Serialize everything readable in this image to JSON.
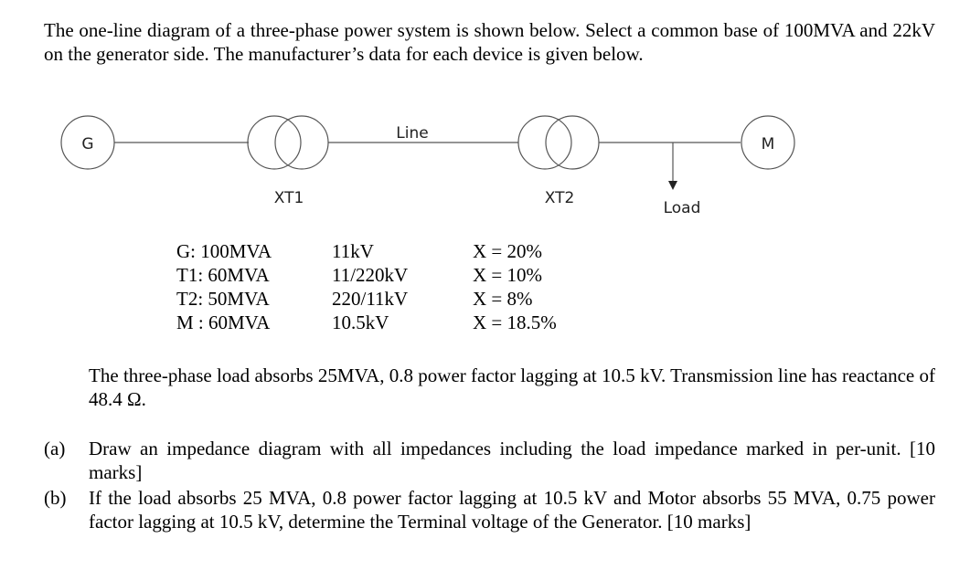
{
  "intro": "The one-line diagram of a three-phase power system is shown below. Select a common base of 100MVA and 22kV on the generator side. The manufacturer’s data for each device is given below.",
  "diagram": {
    "generator": "G",
    "motor": "M",
    "transformer1": "XT1",
    "transformer2": "XT2",
    "line": "Line",
    "load": "Load"
  },
  "specs": [
    {
      "device": "G:  100MVA",
      "voltage": "11kV",
      "reactance": "X = 20%"
    },
    {
      "device": "T1: 60MVA",
      "voltage": "11/220kV",
      "reactance": "X = 10%"
    },
    {
      "device": "T2: 50MVA",
      "voltage": "220/11kV",
      "reactance": "X = 8%"
    },
    {
      "device": "M : 60MVA",
      "voltage": "10.5kV",
      "reactance": "X = 18.5%"
    }
  ],
  "load_note": "The three-phase load absorbs 25MVA, 0.8 power factor lagging at 10.5 kV. Transmission line has reactance of 48.4 Ω.",
  "questions": [
    {
      "label": "(a)",
      "text": "Draw an impedance diagram with all impedances including the load impedance marked in per-unit. [10 marks]"
    },
    {
      "label": "(b)",
      "text": "If the load absorbs 25 MVA, 0.8 power factor lagging at 10.5 kV and Motor absorbs 55 MVA, 0.75 power factor lagging at 10.5 kV, determine the Terminal voltage of the Generator.  [10 marks]"
    }
  ]
}
